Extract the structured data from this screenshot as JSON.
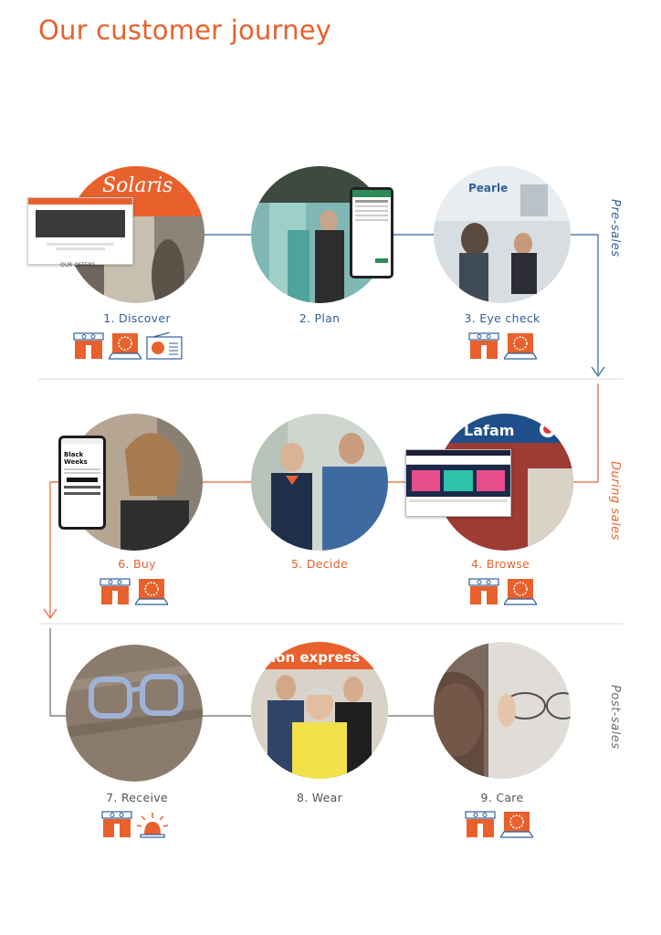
{
  "title": "Our customer journey",
  "phases": {
    "pre_sales": "Pre-sales",
    "during_sales": "During sales",
    "post_sales": "Post-sales"
  },
  "colors": {
    "accent": "#e8612d",
    "blue": "#2f5f9e",
    "grey": "#6b6b6b",
    "divider": "#d9d9d9"
  },
  "steps": [
    {
      "label": "1. Discover",
      "icons": [
        "store-icon",
        "laptop-icon",
        "radio-icon"
      ]
    },
    {
      "label": "2. Plan",
      "icons": []
    },
    {
      "label": "3. Eye check",
      "icons": [
        "store-icon",
        "laptop-icon"
      ]
    },
    {
      "label": "4. Browse",
      "icons": [
        "store-icon",
        "laptop-icon"
      ]
    },
    {
      "label": "5. Decide",
      "icons": []
    },
    {
      "label": "6. Buy",
      "icons": [
        "store-icon",
        "laptop-icon"
      ]
    },
    {
      "label": "7. Receive",
      "icons": [
        "store-icon",
        "alarm-light-icon"
      ]
    },
    {
      "label": "8. Wear",
      "icons": []
    },
    {
      "label": "9. Care",
      "icons": [
        "store-icon",
        "laptop-icon"
      ]
    }
  ],
  "photo_text": {
    "solaris": "Solaris",
    "pearle": "Pearle",
    "lafam": "Lafam",
    "black_weeks": "Black Weeks",
    "our_offers": "OUR OFFERS",
    "pearle_express": "ion express"
  }
}
